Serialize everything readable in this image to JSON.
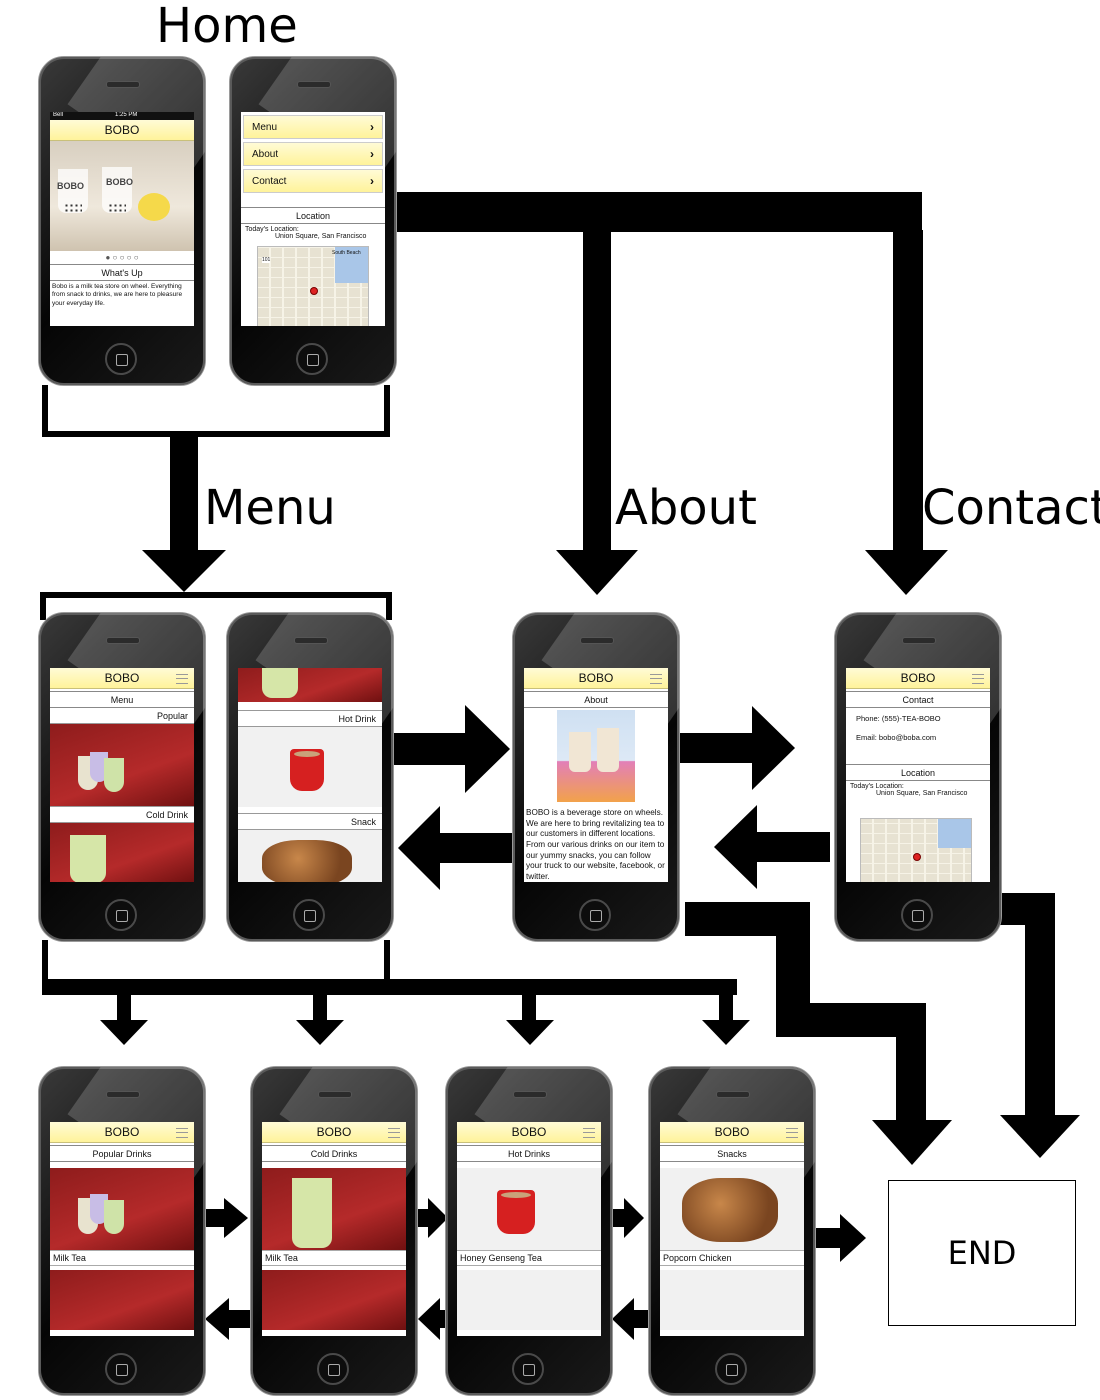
{
  "sections": {
    "home": "Home",
    "menu": "Menu",
    "about": "About",
    "contact": "Contact",
    "end": "END"
  },
  "brand": "BOBO",
  "home_screen_1": {
    "status_carrier": "Bell",
    "status_time": "1:25 PM",
    "banner_logo_text": "BOBO",
    "whats_up_title": "What's Up",
    "blurb": "Bobo is a milk tea store on wheel. Everything from snack to drinks, we are here to pleasure your everyday life."
  },
  "home_screen_2": {
    "nav_items": [
      "Menu",
      "About",
      "Contact"
    ],
    "location_title": "Location",
    "todays_location_label": "Today's Location:",
    "todays_location_value": "Union Square, San Francisco",
    "map_label_1": "South Beach",
    "map_label_2": "101"
  },
  "menu_screen_1": {
    "title": "Menu",
    "section_1": "Popular",
    "section_2": "Cold Drink"
  },
  "menu_screen_2": {
    "section_1": "Hot Drink",
    "section_2": "Snack"
  },
  "about_screen": {
    "title": "About",
    "body": "BOBO is a beverage store on wheels. We are here to bring revitalizing tea to our customers in different locations. From our various drinks on our item to our yummy snacks, you can follow your truck to our website, facebook, or twitter."
  },
  "contact_screen": {
    "title": "Contact",
    "phone": "Phone: (555)-TEA-BOBO",
    "email": "Email: bobo@boba.com",
    "location_title": "Location",
    "todays_location_label": "Today's Location:",
    "todays_location_value": "Union Square, San Francisco"
  },
  "detail_screens": [
    {
      "title": "Popular Drinks",
      "item": "Milk Tea"
    },
    {
      "title": "Cold Drinks",
      "item": "Milk Tea"
    },
    {
      "title": "Hot Drinks",
      "item": "Honey Genseng Tea"
    },
    {
      "title": "Snacks",
      "item": "Popcorn Chicken"
    }
  ],
  "colors": {
    "header_yellow": "#fff39a",
    "arrow": "#000000",
    "photo_red": "#b52a2a"
  }
}
